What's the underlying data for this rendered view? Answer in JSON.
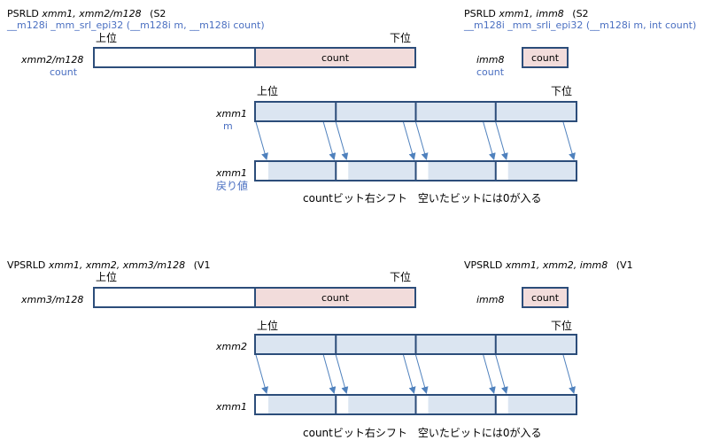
{
  "colors": {
    "frame": "#2c4d7a",
    "pink_fill": "#f2dcdb",
    "blue_fill": "#dbe5f1",
    "arrow": "#4f81bd",
    "intrinsic_text": "#4a6fc1"
  },
  "top": {
    "left": {
      "mnemonic": "PSRLD",
      "operands": "xmm1, xmm2/m128",
      "ext": "(S2",
      "intrinsic": "__m128i _mm_srl_epi32 (__m128i m, __m128i count)",
      "hi_label": "上位",
      "lo_label": "下位",
      "src_label": "xmm2/m128",
      "src_sub": "count",
      "count_label": "count"
    },
    "right": {
      "mnemonic": "PSRLD",
      "operands": "xmm1, imm8",
      "ext": "(S2",
      "intrinsic": "__m128i _mm_srli_epi32 (__m128i m, int count)",
      "imm_label": "imm8",
      "imm_sub": "count",
      "count_label": "count"
    },
    "reg": {
      "hi_label": "上位",
      "lo_label": "下位",
      "src_label": "xmm1",
      "src_sub": "m",
      "dst_label": "xmm1",
      "dst_sub": "戻り値"
    },
    "caption": "countビット右シフト　空いたビットには0が入る"
  },
  "bottom": {
    "left": {
      "mnemonic": "VPSRLD",
      "operands": "xmm1, xmm2, xmm3/m128",
      "ext": "(V1",
      "hi_label": "上位",
      "lo_label": "下位",
      "src_label": "xmm3/m128",
      "count_label": "count"
    },
    "right": {
      "mnemonic": "VPSRLD",
      "operands": "xmm1, xmm2, imm8",
      "ext": "(V1",
      "imm_label": "imm8",
      "count_label": "count"
    },
    "reg": {
      "hi_label": "上位",
      "lo_label": "下位",
      "src_label": "xmm2",
      "dst_label": "xmm1"
    },
    "caption": "countビット右シフト　空いたビットには0が入る"
  }
}
